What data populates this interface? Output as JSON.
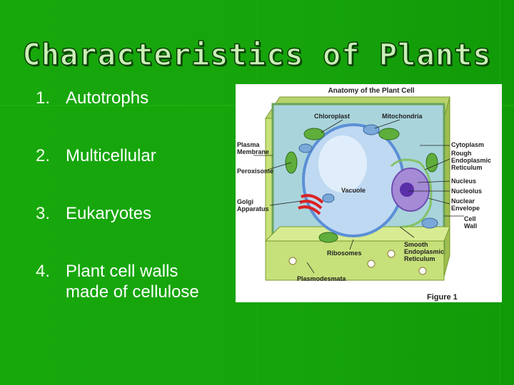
{
  "slide": {
    "title": "Characteristics of Plants",
    "items": [
      {
        "number": "1.",
        "text": "Autotrophs"
      },
      {
        "number": "2.",
        "text": "Multicellular"
      },
      {
        "number": "3.",
        "text": "Eukaryotes"
      },
      {
        "number": "4.",
        "text": "Plant cell walls",
        "continuation": "made of cellulose"
      }
    ]
  },
  "figure": {
    "title": "Anatomy of the Plant Cell",
    "caption": "Figure 1",
    "labels": {
      "chloroplast": "Chloroplast",
      "mitochondria": "Mitochondria",
      "plasma_membrane_1": "Plasma",
      "plasma_membrane_2": "Membrane",
      "peroxisome": "Peroxisome",
      "golgi_1": "Golgi",
      "golgi_2": "Apparatus",
      "vacuole": "Vacuole",
      "cytoplasm": "Cytoplasm",
      "rough_er_1": "Rough",
      "rough_er_2": "Endoplasmic",
      "rough_er_3": "Reticulum",
      "nucleus": "Nucleus",
      "nucleolus": "Nucleolus",
      "nuclear_env_1": "Nuclear",
      "nuclear_env_2": "Envelope",
      "cell_wall_1": "Cell",
      "cell_wall_2": "Wall",
      "smooth_er_1": "Smooth",
      "smooth_er_2": "Endoplasmic",
      "smooth_er_3": "Reticulum",
      "ribosomes": "Ribosomes",
      "plasmodesmata": "Plasmodesmata"
    }
  }
}
